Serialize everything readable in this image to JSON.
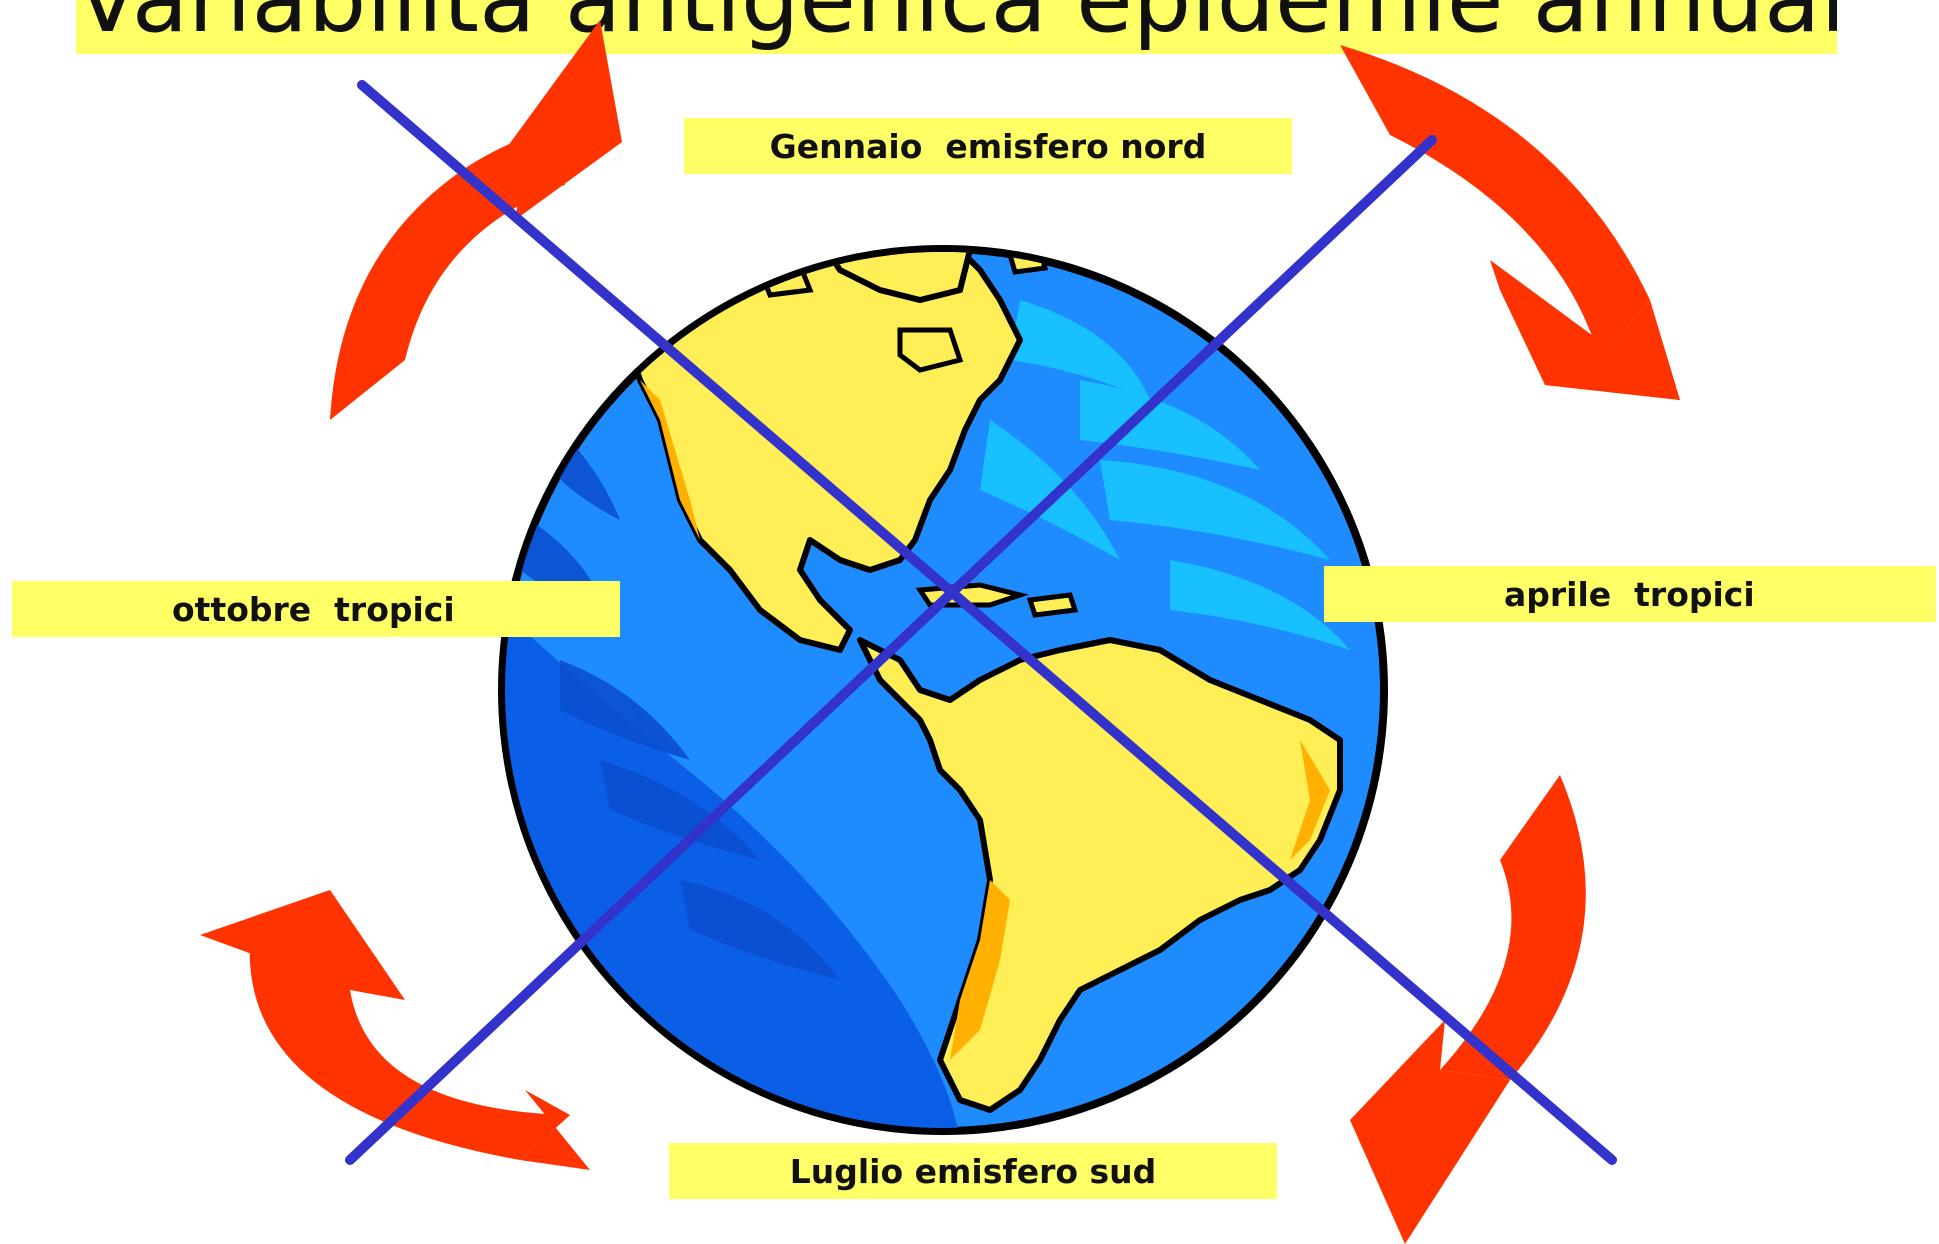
{
  "title": "Variabilità antigenica epidemie annuali",
  "labels": {
    "north": "Gennaio  emisfero nord",
    "west": "ottobre  tropici",
    "east": "aprile  tropici",
    "south": "Luglio emisfero sud"
  },
  "colors": {
    "label_bg": "#ffff66",
    "arrow": "#ff3300",
    "line": "#3333cc",
    "ocean": "#1e8cff",
    "land": "#ffee55"
  },
  "icons": [
    "globe-icon",
    "curved-arrow-icon"
  ]
}
